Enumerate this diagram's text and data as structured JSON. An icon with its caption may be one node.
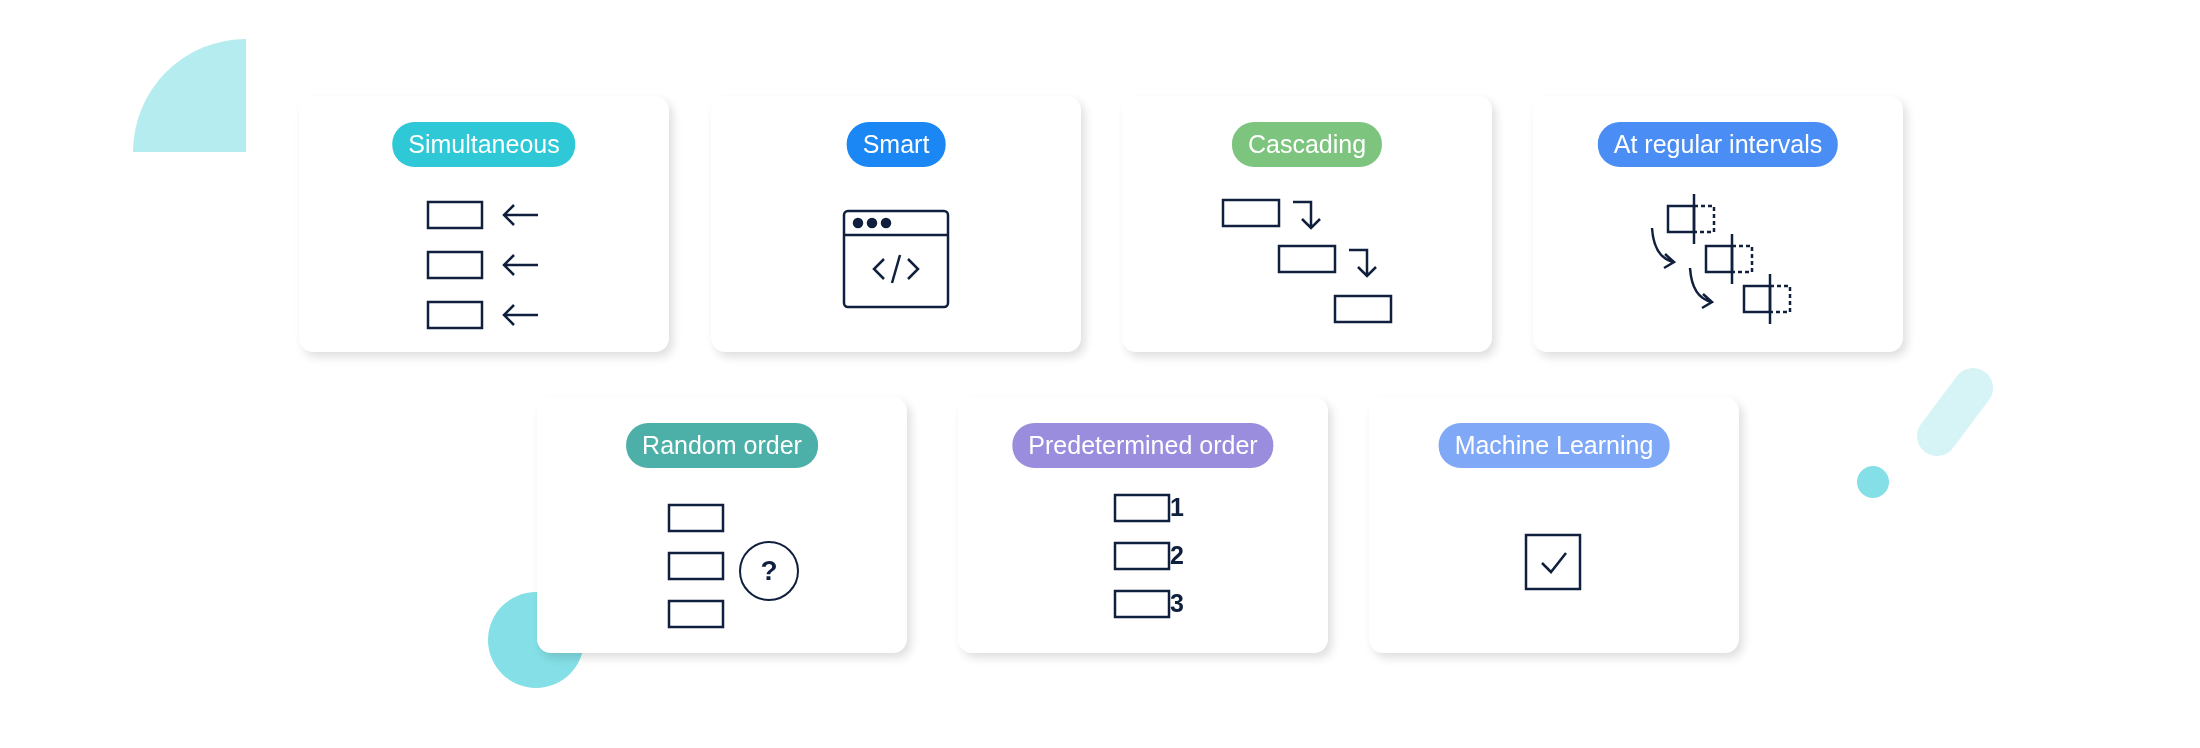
{
  "diagram": {
    "nodes": [
      {
        "text": [
          "Simultaneous"
        ]
      },
      {
        "text": [
          "Smart"
        ]
      },
      {
        "text": [
          "Cascading"
        ]
      },
      {
        "text": [
          "At regular intervals"
        ]
      },
      {
        "text": [
          "Random order",
          "?"
        ]
      },
      {
        "text": [
          "Predetermined order",
          "1",
          "2",
          "3"
        ]
      },
      {
        "text": [
          "Machine Learning"
        ]
      }
    ]
  }
}
